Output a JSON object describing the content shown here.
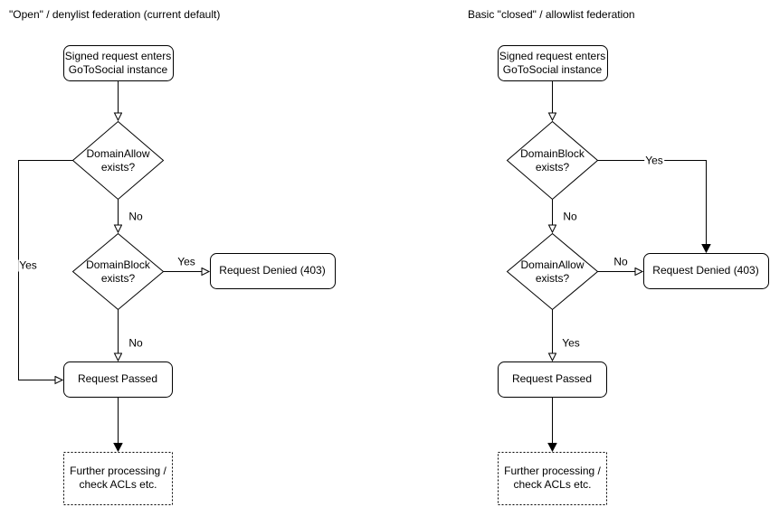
{
  "colors": {
    "background": "#ffffff",
    "stroke": "#000000",
    "text": "#000000"
  },
  "charts": [
    {
      "title": "\"Open\" / denylist federation (current default)",
      "nodes": {
        "start": {
          "line1": "Signed request enters",
          "line2": "GoToSocial instance"
        },
        "domain_allow": {
          "line1": "DomainAllow",
          "line2": "exists?"
        },
        "domain_block": {
          "line1": "DomainBlock",
          "line2": "exists?"
        },
        "denied": {
          "label": "Request Denied (403)"
        },
        "passed": {
          "label": "Request Passed"
        },
        "further": {
          "line1": "Further processing /",
          "line2": "check ACLs etc."
        }
      },
      "edge_labels": {
        "allow_no": "No",
        "allow_yes": "Yes",
        "block_yes": "Yes",
        "block_no": "No"
      }
    },
    {
      "title": "Basic \"closed\" / allowlist federation",
      "nodes": {
        "start": {
          "line1": "Signed request enters",
          "line2": "GoToSocial instance"
        },
        "domain_block": {
          "line1": "DomainBlock",
          "line2": "exists?"
        },
        "domain_allow": {
          "line1": "DomainAllow",
          "line2": "exists?"
        },
        "denied": {
          "label": "Request Denied (403)"
        },
        "passed": {
          "label": "Request Passed"
        },
        "further": {
          "line1": "Further processing /",
          "line2": "check ACLs etc."
        }
      },
      "edge_labels": {
        "block_no": "No",
        "block_yes": "Yes",
        "allow_no": "No",
        "allow_yes": "Yes"
      }
    }
  ]
}
